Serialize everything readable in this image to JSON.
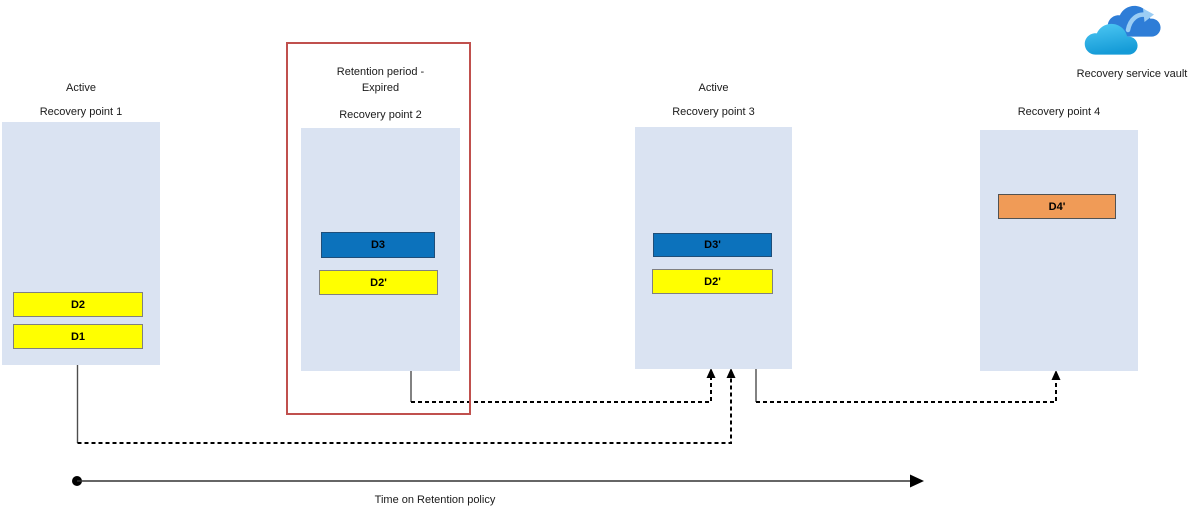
{
  "vault": {
    "label": "Recovery service vault",
    "icon": "recovery-vault-cloud-icon"
  },
  "recovery_points": [
    {
      "status_lines": [
        "Active"
      ],
      "name": "Recovery point 1",
      "highlighted": false,
      "items": [
        {
          "label": "D2",
          "type": "yellow"
        },
        {
          "label": "D1",
          "type": "yellow"
        }
      ]
    },
    {
      "status_lines": [
        "Retention period -",
        "Expired"
      ],
      "name": "Recovery point 2",
      "highlighted": true,
      "items": [
        {
          "label": "D3",
          "type": "blue"
        },
        {
          "label": "D2'",
          "type": "yellow"
        }
      ]
    },
    {
      "status_lines": [
        "Active"
      ],
      "name": "Recovery point 3",
      "highlighted": false,
      "items": [
        {
          "label": "D3'",
          "type": "blue"
        },
        {
          "label": "D2'",
          "type": "yellow"
        }
      ]
    },
    {
      "status_lines": [],
      "name": "Recovery point 4",
      "highlighted": false,
      "items": [
        {
          "label": "D4'",
          "type": "orange"
        }
      ]
    }
  ],
  "timeline": {
    "label": "Time on Retention policy"
  },
  "colors": {
    "column_fill": "#dae3f2",
    "item_yellow": "#ffff00",
    "item_blue": "#0c72bc",
    "item_orange": "#f09b57",
    "highlight_border": "#c0504d",
    "solid_line": "#4d4d4d",
    "dashed_line": "#000000",
    "cloud_front_top": "#4ec8f4",
    "cloud_front_bottom": "#159bd7",
    "cloud_back": "#2e7dd7",
    "cloud_arrow": "#9bcdf4"
  }
}
